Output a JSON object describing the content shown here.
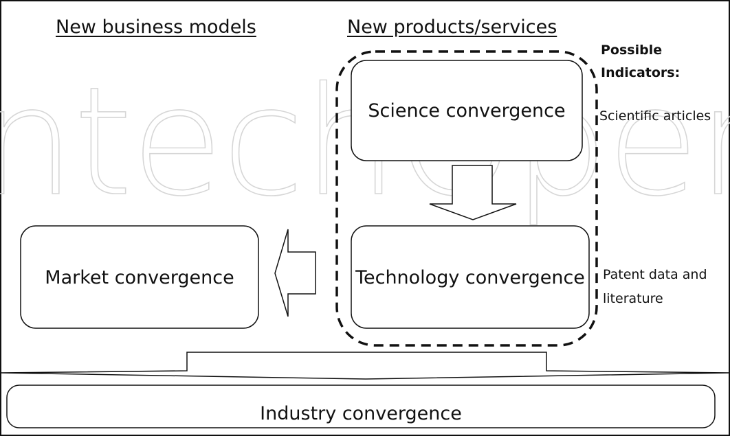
{
  "watermark": "IntechOpen",
  "headings": {
    "business_models": "New business models",
    "products_services": "New products/services"
  },
  "boxes": {
    "science": "Science convergence",
    "technology": "Technology convergence",
    "market": "Market convergence",
    "industry": "Industry convergence"
  },
  "indicators": {
    "title_line1": "Possible",
    "title_line2": "Indicators:",
    "science_indicator": "Scientific articles",
    "technology_indicator_line1": "Patent data and",
    "technology_indicator_line2": "literature"
  },
  "colors": {
    "stroke": "#111111",
    "watermark": "#d6d6d6",
    "background": "#ffffff"
  }
}
